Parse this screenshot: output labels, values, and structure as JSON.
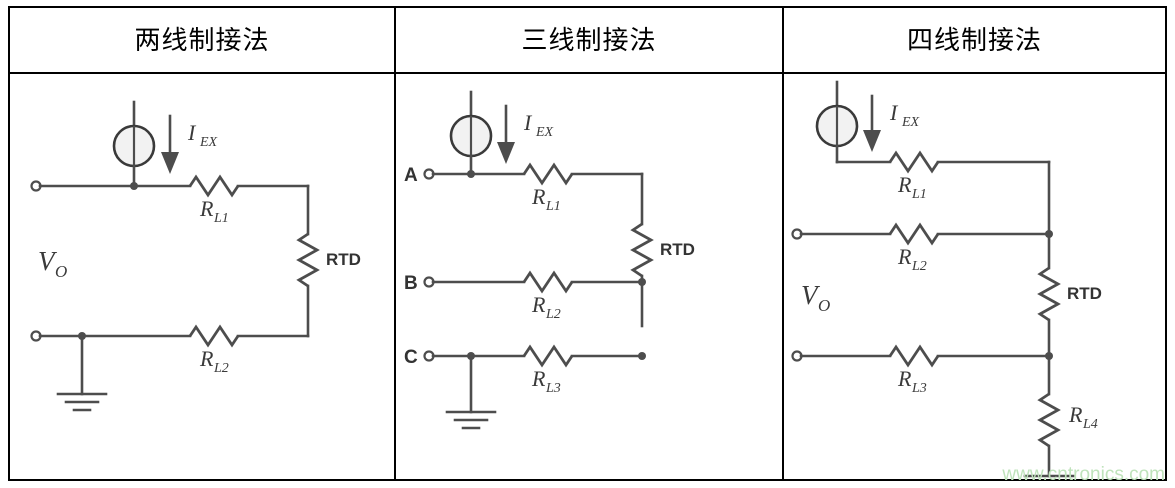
{
  "page": {
    "watermark": "www.cntronics.com",
    "watermark_color": "#bfe3bb",
    "background": "#ffffff",
    "border_color": "#000000",
    "wire_color": "#4d4d4d",
    "label_color": "#3a3a3a"
  },
  "columns": [
    {
      "id": "two-wire",
      "title": "两线制接法",
      "diagram": {
        "type": "rtd-circuit",
        "wire_count": 2,
        "current_source_label_main": "I",
        "current_source_label_sub": "EX",
        "voltage_label_main": "V",
        "voltage_label_sub": "O",
        "sensor_label": "RTD",
        "lead_resistors": [
          {
            "main": "R",
            "sub": "L1"
          },
          {
            "main": "R",
            "sub": "L2"
          }
        ],
        "terminals": [],
        "has_ground": true
      }
    },
    {
      "id": "three-wire",
      "title": "三线制接法",
      "diagram": {
        "type": "rtd-circuit",
        "wire_count": 3,
        "current_source_label_main": "I",
        "current_source_label_sub": "EX",
        "voltage_label_main": "",
        "voltage_label_sub": "",
        "sensor_label": "RTD",
        "lead_resistors": [
          {
            "main": "R",
            "sub": "L1"
          },
          {
            "main": "R",
            "sub": "L2"
          },
          {
            "main": "R",
            "sub": "L3"
          }
        ],
        "terminals": [
          "A",
          "B",
          "C"
        ],
        "has_ground": true
      }
    },
    {
      "id": "four-wire",
      "title": "四线制接法",
      "diagram": {
        "type": "rtd-circuit",
        "wire_count": 4,
        "current_source_label_main": "I",
        "current_source_label_sub": "EX",
        "voltage_label_main": "V",
        "voltage_label_sub": "O",
        "sensor_label": "RTD",
        "lead_resistors": [
          {
            "main": "R",
            "sub": "L1"
          },
          {
            "main": "R",
            "sub": "L2"
          },
          {
            "main": "R",
            "sub": "L3"
          },
          {
            "main": "R",
            "sub": "L4"
          }
        ],
        "terminals": [],
        "has_ground": true
      }
    }
  ]
}
